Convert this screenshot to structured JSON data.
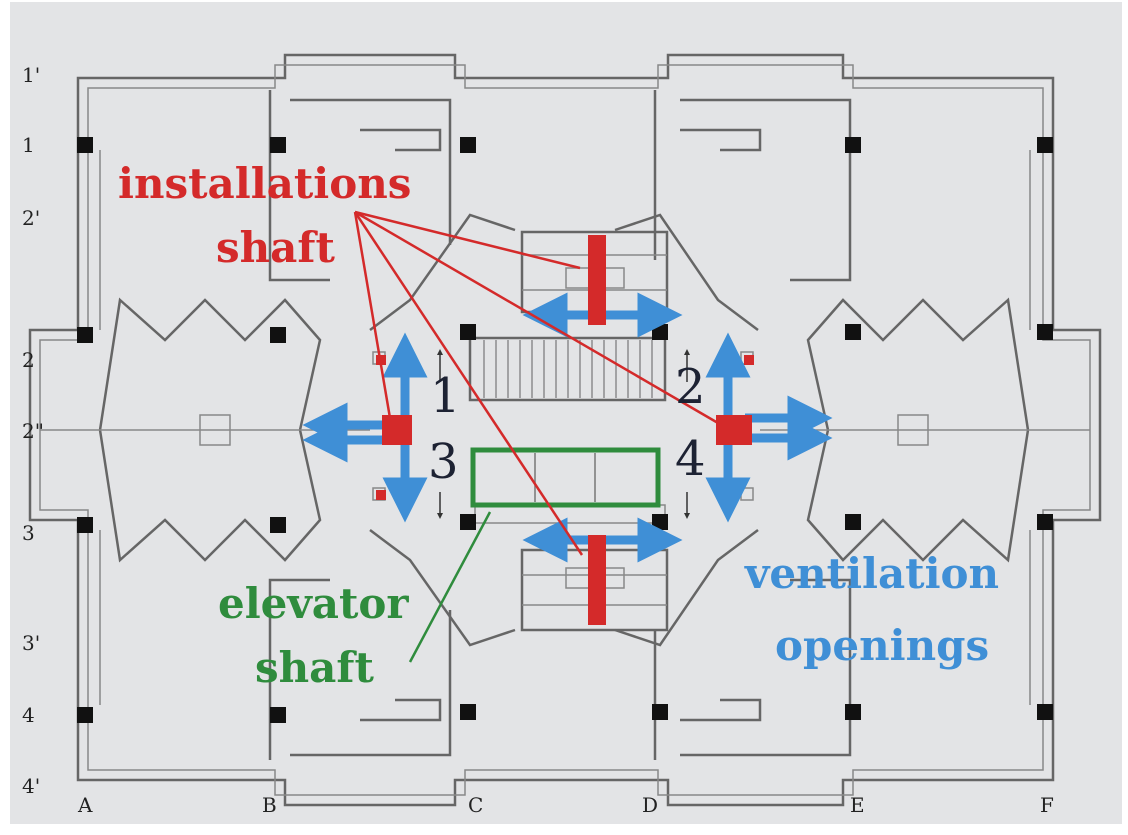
{
  "grid": {
    "rows": [
      "1'",
      "1",
      "2'",
      "2",
      "2\"",
      "3",
      "3'",
      "4",
      "4'"
    ],
    "columns": [
      "A",
      "B",
      "C",
      "D",
      "E",
      "F"
    ]
  },
  "labels": {
    "installations_line1": "installations",
    "installations_line2": "shaft",
    "elevator_line1": "elevator",
    "elevator_line2": "shaft",
    "ventilation_line1": "ventilation",
    "ventilation_line2": "openings"
  },
  "stairs": [
    "1",
    "2",
    "3",
    "4"
  ],
  "colors": {
    "installations": "#d42a2a",
    "elevator": "#2f8c3d",
    "ventilation": "#3f8fd6"
  }
}
